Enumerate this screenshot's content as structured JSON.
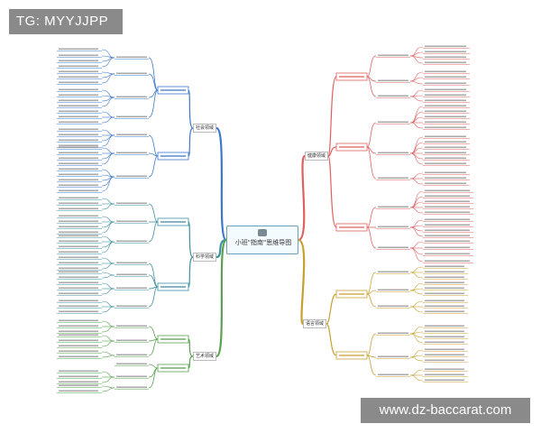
{
  "tag_label": "TG: MYYJJPP",
  "watermark": "www.dz-baccarat.com",
  "center": {
    "title": "小班\"指南\"思维导图"
  },
  "branches": {
    "health": "健康领域",
    "language": "语言领域",
    "social": "社会领域",
    "science": "科学领域",
    "art": "艺术领域"
  },
  "colors": {
    "health": "#e06060",
    "language": "#c8a030",
    "social": "#3d78c8",
    "science": "#3d8fa0",
    "art": "#5aa050",
    "line": "#999999"
  }
}
